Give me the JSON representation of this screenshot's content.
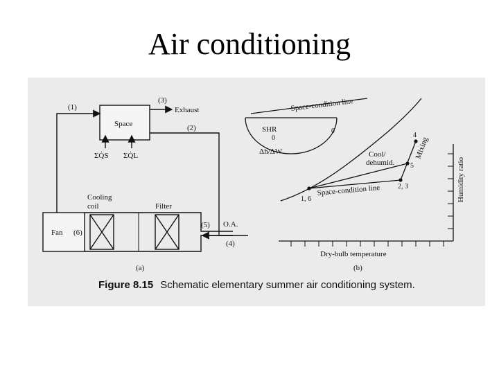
{
  "slide": {
    "title": "Air conditioning"
  },
  "schematic": {
    "space_label": "Space",
    "qs_label": "ΣQ̇S",
    "ql_label": "ΣQ̇L",
    "exhaust_label": "Exhaust",
    "oa_label": "O.A.",
    "fan_label": "Fan",
    "cooling_coil_label": "Cooling\ncoil",
    "cooling_label_line1": "Cooling",
    "cooling_label_line2": "coil",
    "filter_label": "Filter",
    "state_1": "(1)",
    "state_2": "(2)",
    "state_3": "(3)",
    "state_4": "(4)",
    "state_5": "(5)",
    "state_6": "(6)",
    "panel_label": "(a)"
  },
  "psychrometric": {
    "space_condition_line_top": "Space-condition line",
    "shr_label": "SHR",
    "shr_zero_left": "0",
    "shr_zero_right": "0",
    "dh_dw_label": "Δh/ΔW",
    "cool_dehumid_line1": "Cool/",
    "cool_dehumid_line2": "dehumid.",
    "mixing_label": "Mixing",
    "point_4": "4",
    "point_5": "5",
    "point_23": "2, 3",
    "point_16": "1, 6",
    "space_condition_line_bottom": "Space-condition line",
    "xlabel": "Dry-bulb temperature",
    "ylabel": "Humidity ratio",
    "panel_label": "(b)"
  },
  "caption": {
    "figure_number": "Figure 8.15",
    "text": "Schematic elementary summer air conditioning system."
  }
}
